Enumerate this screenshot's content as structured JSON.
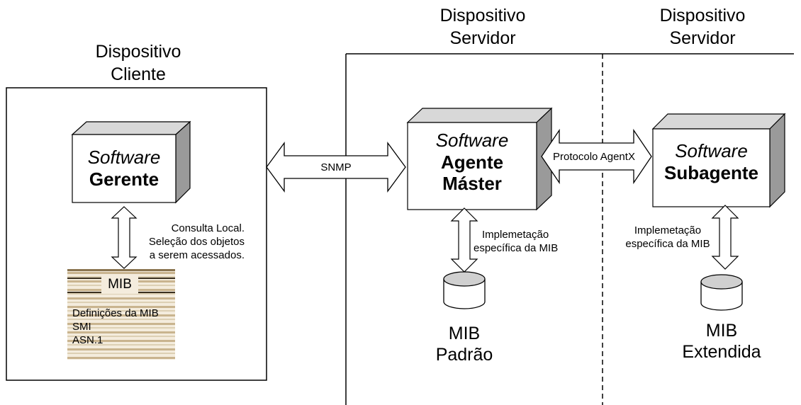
{
  "client": {
    "title_line1": "Dispositivo",
    "title_line2": "Cliente",
    "manager_italic": "Software",
    "manager_bold": "Gerente",
    "local_query_line1": "Consulta Local.",
    "local_query_line2": "Seleção dos objetos",
    "local_query_line3": "a serem acessados.",
    "mib_label": "MIB",
    "mib_items": [
      "Definições da MIB",
      "SMI",
      "ASN.1"
    ]
  },
  "connection": {
    "snmp_label": "SNMP",
    "agentx_label": "Protocolo AgentX"
  },
  "server_master": {
    "title_line1": "Dispositivo",
    "title_line2": "Servidor",
    "agent_italic": "Software",
    "agent_bold_line1": "Agente",
    "agent_bold_line2": "Máster",
    "impl_line1": "Implemetação",
    "impl_line2": "específica da MIB",
    "db_line1": "MIB",
    "db_line2": "Padrão"
  },
  "server_sub": {
    "title_line1": "Dispositivo",
    "title_line2": "Servidor",
    "sub_italic": "Software",
    "sub_bold": "Subagente",
    "impl_line1": "Implemetação",
    "impl_line2": "específica da MIB",
    "db_line1": "MIB",
    "db_line2": "Extendida"
  }
}
